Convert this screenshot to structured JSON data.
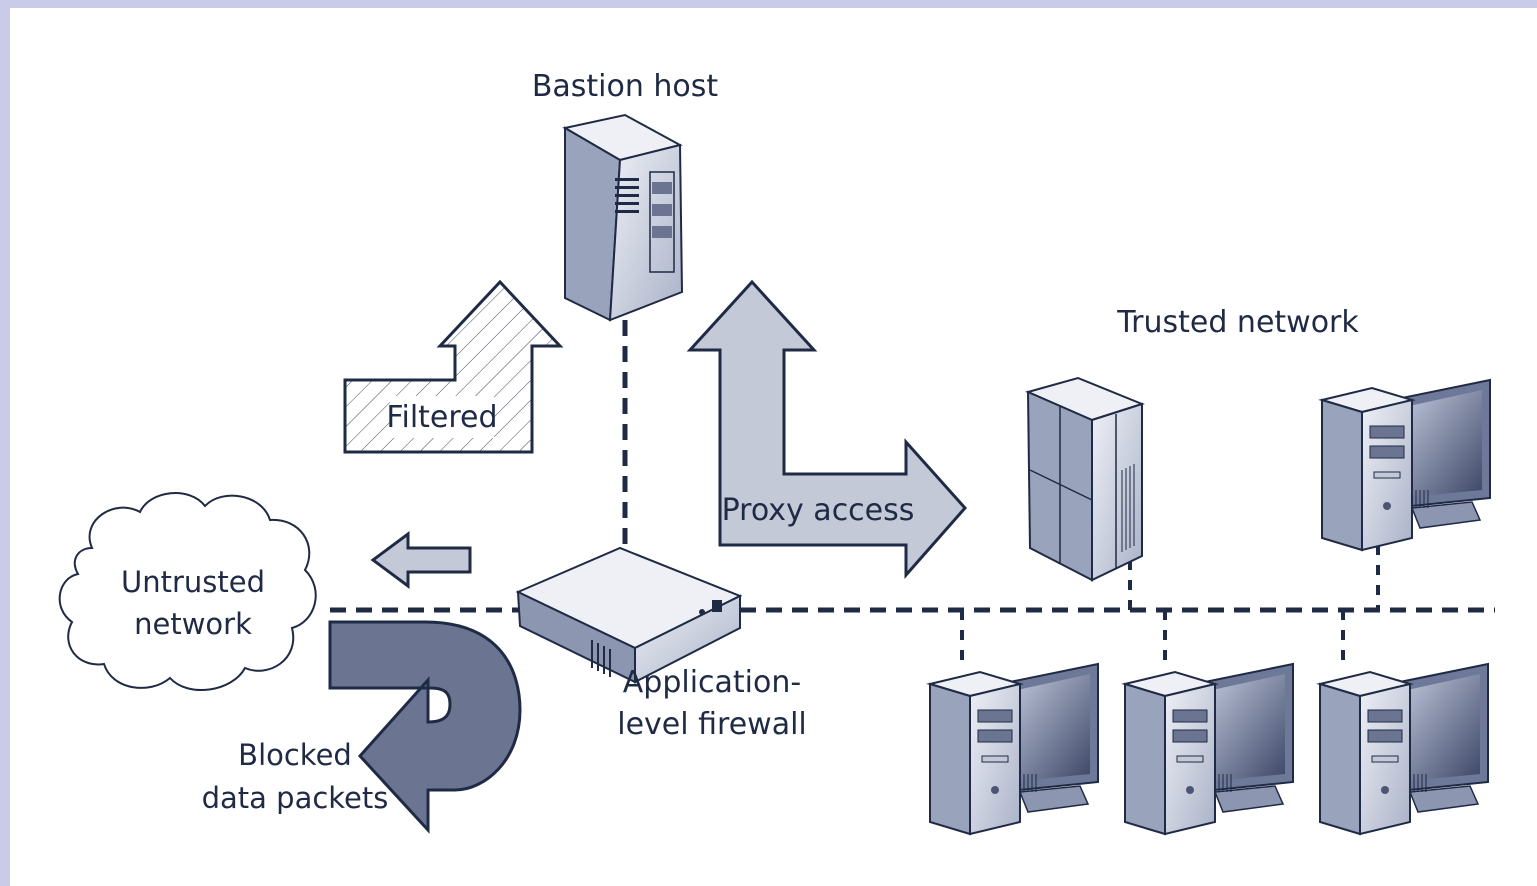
{
  "diagram": {
    "labels": {
      "bastion_host": "Bastion host",
      "trusted_network": "Trusted network",
      "filtered": "Filtered",
      "proxy_access": "Proxy access",
      "untrusted_line1": "Untrusted",
      "untrusted_line2": "network",
      "firewall_line1": "Application-",
      "firewall_line2": "level firewall",
      "blocked_line1": "Blocked",
      "blocked_line2": "data packets"
    },
    "colors": {
      "frame_left": "#c9cbe8",
      "frame_top": "#c9cbe8",
      "outline": "#1f2a44",
      "arrow_fill": "#c4c9d8",
      "blocked_fill": "#6b7592",
      "device_light": "#d5d9e6",
      "device_mid": "#9aa3bc",
      "device_dark": "#5b6584"
    }
  }
}
